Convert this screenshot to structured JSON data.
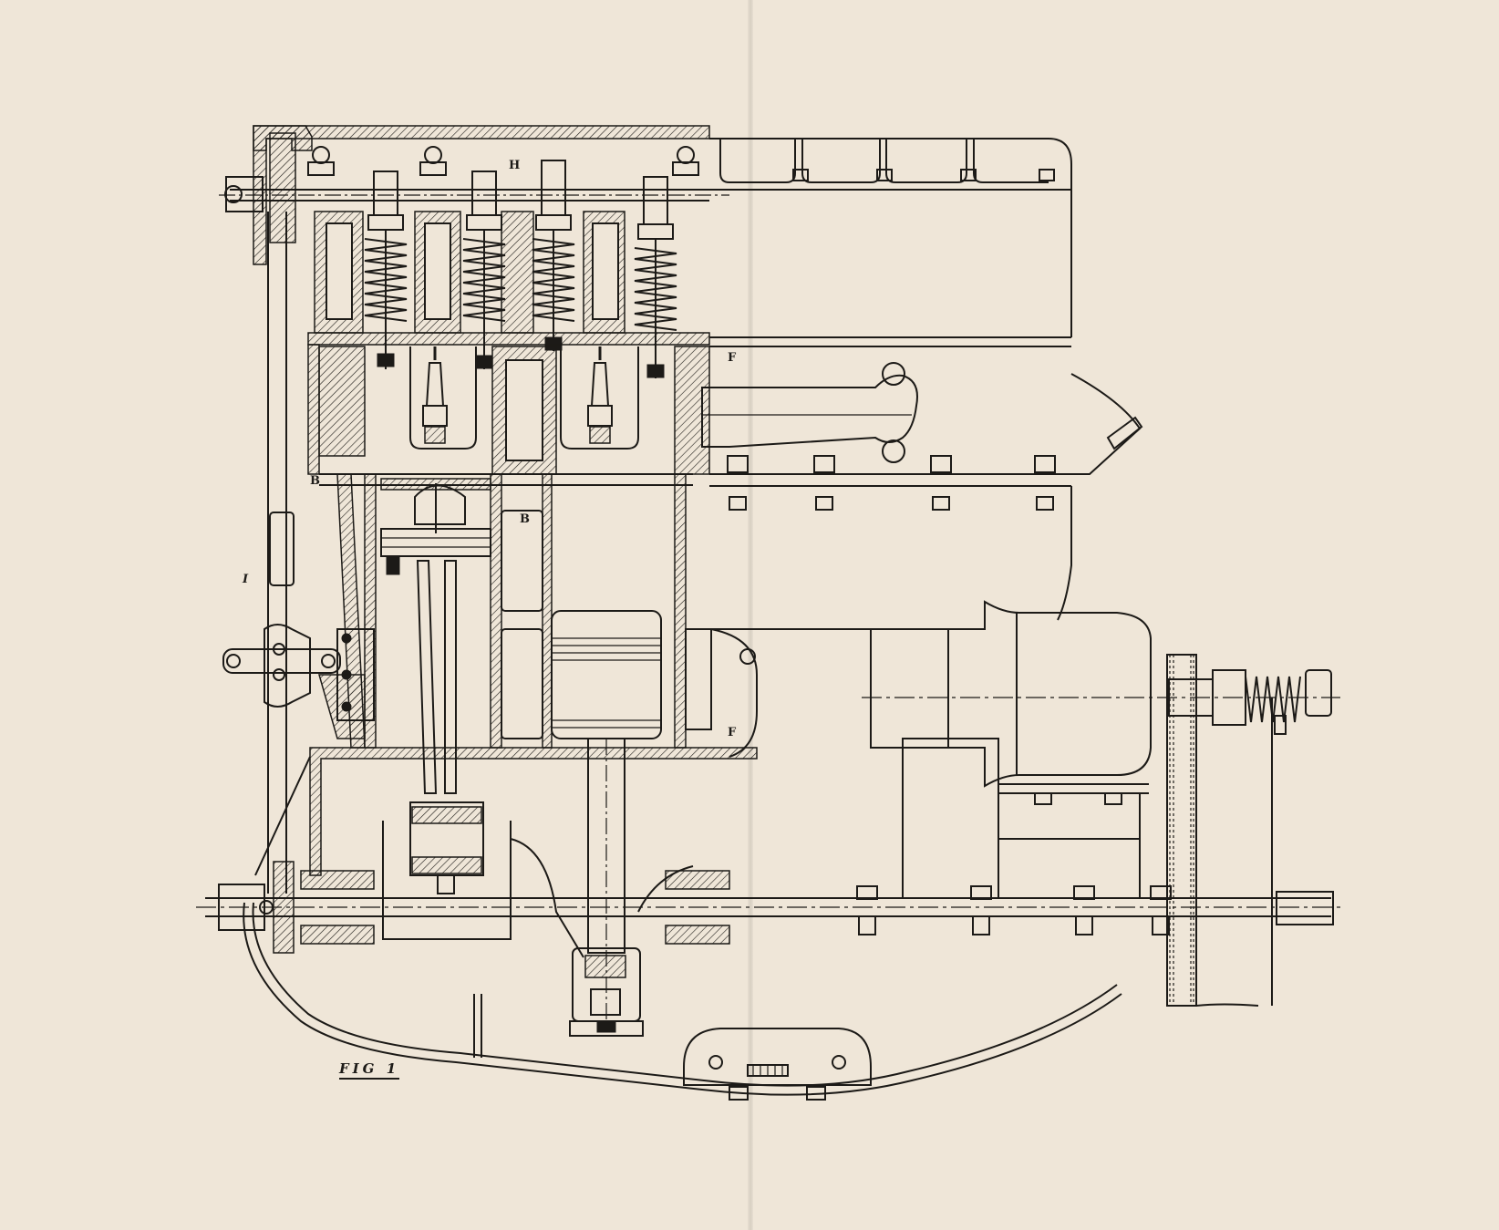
{
  "diagram": {
    "caption": "FIG 1",
    "labels": {
      "H": "H",
      "F_upper": "F",
      "F_lower": "F",
      "B_left": "B",
      "B_mid": "B",
      "I": "I"
    }
  }
}
